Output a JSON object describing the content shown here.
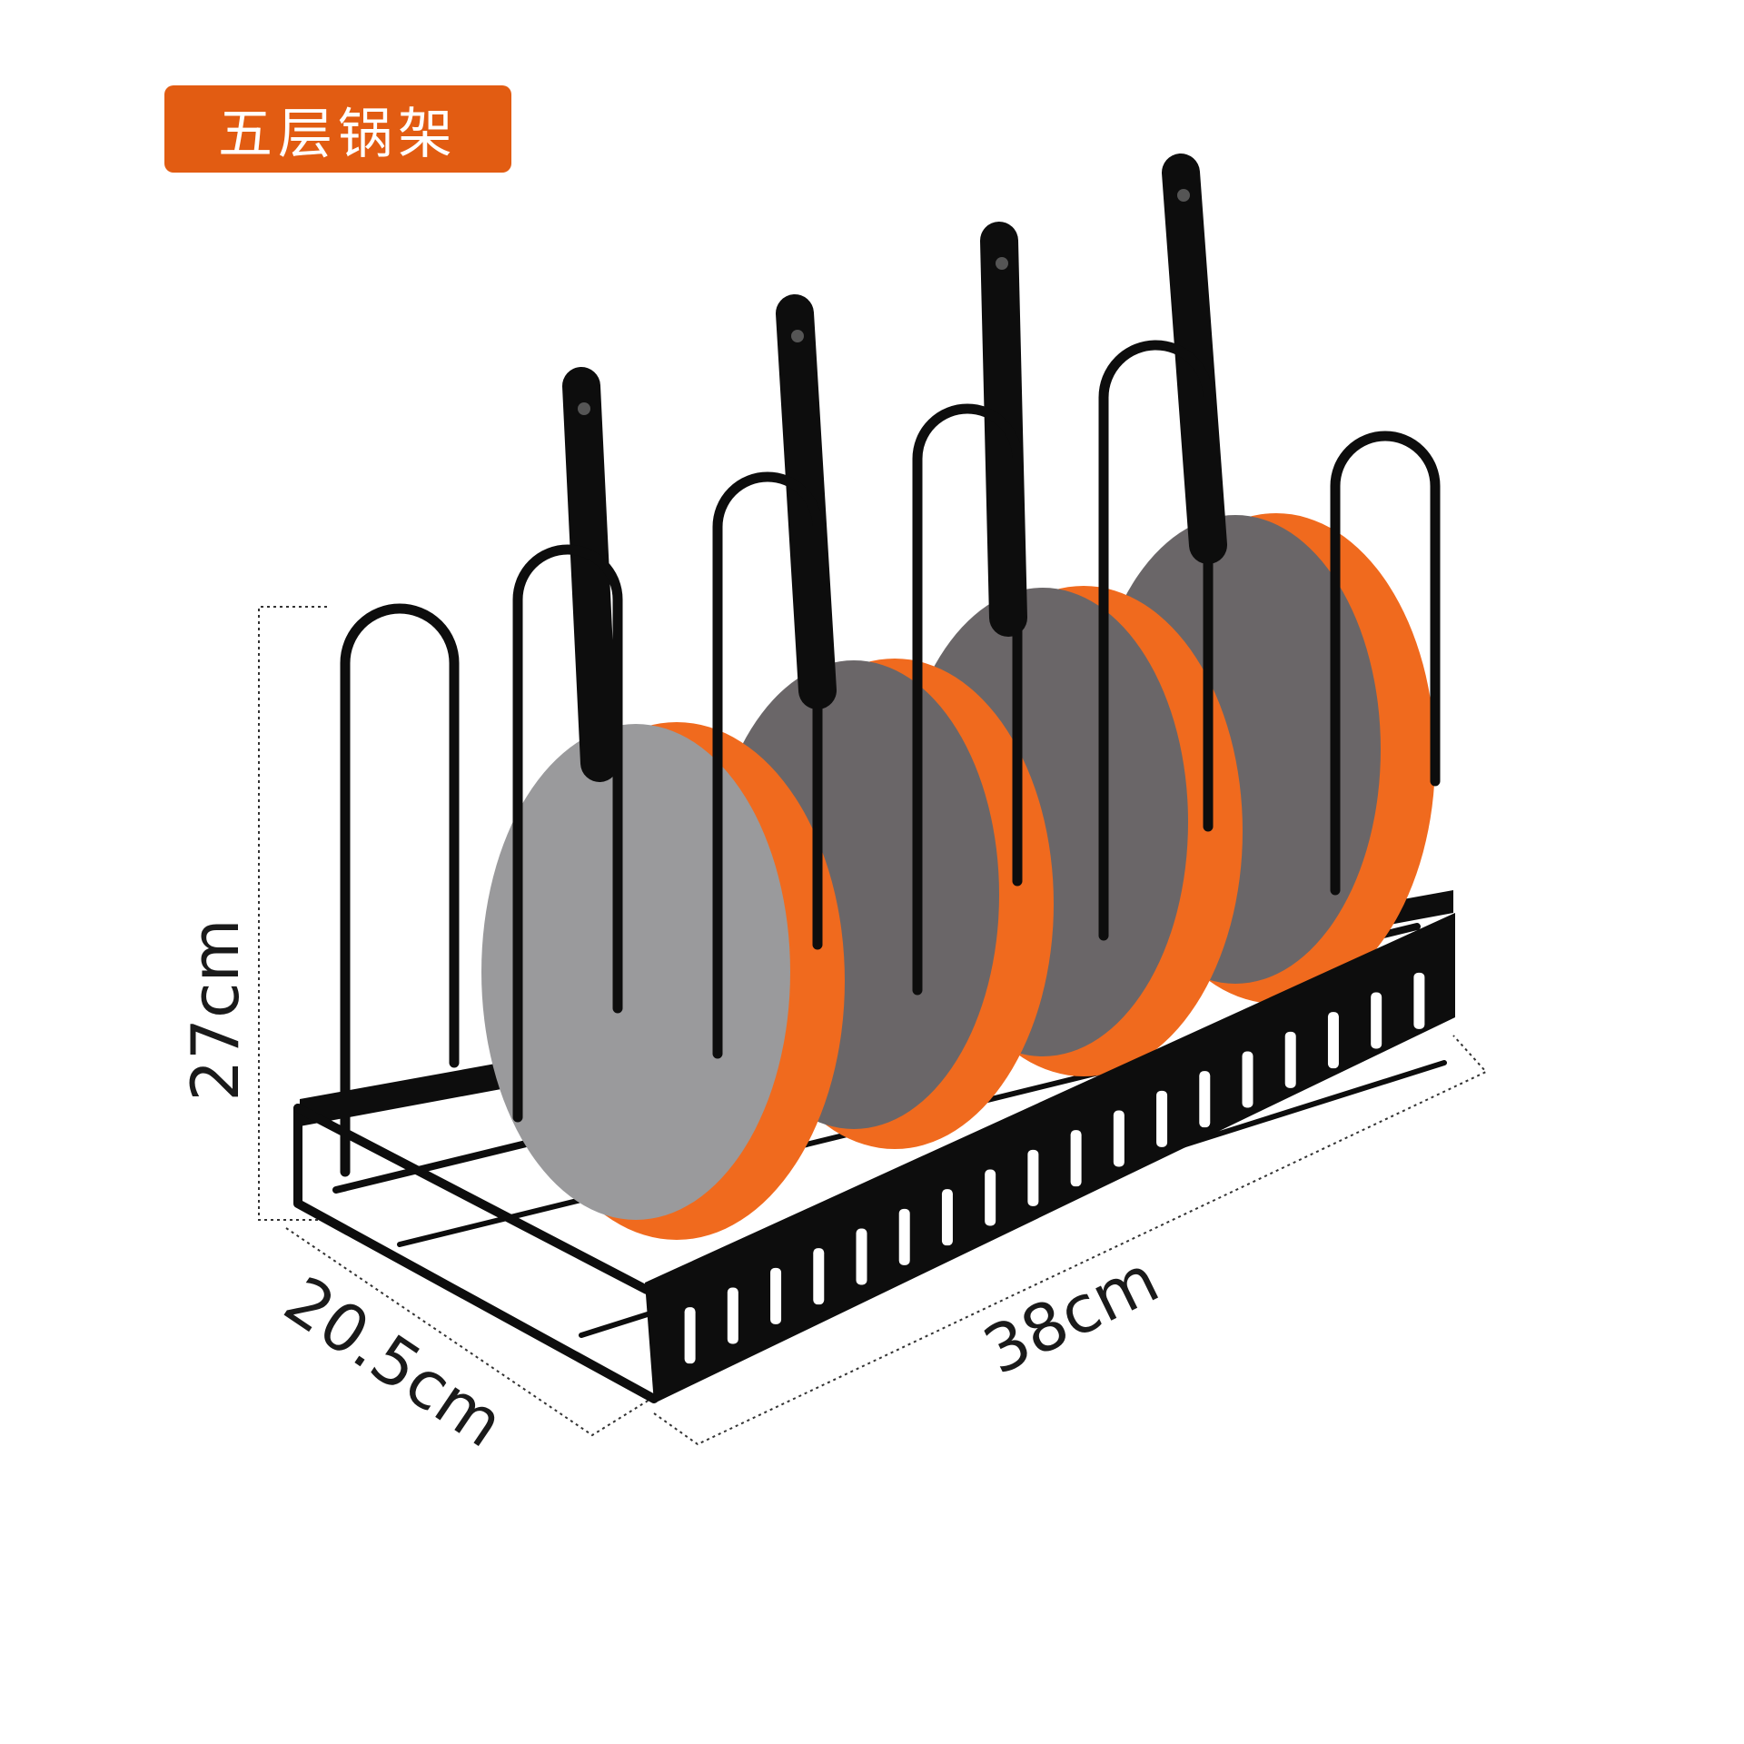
{
  "product": {
    "badge_label": "五层锅架",
    "badge_color": "#e25c12"
  },
  "dimensions": {
    "height_label": "27cm",
    "depth_label": "20.5cm",
    "width_label": "38cm"
  },
  "colors": {
    "frame": "#0d0d0d",
    "pan_exterior": "#f06a1e",
    "pan_interior_front": "#9a9a9c",
    "pan_interior_back": "#6a6668"
  },
  "pan_count": 4,
  "slot_count": 18
}
